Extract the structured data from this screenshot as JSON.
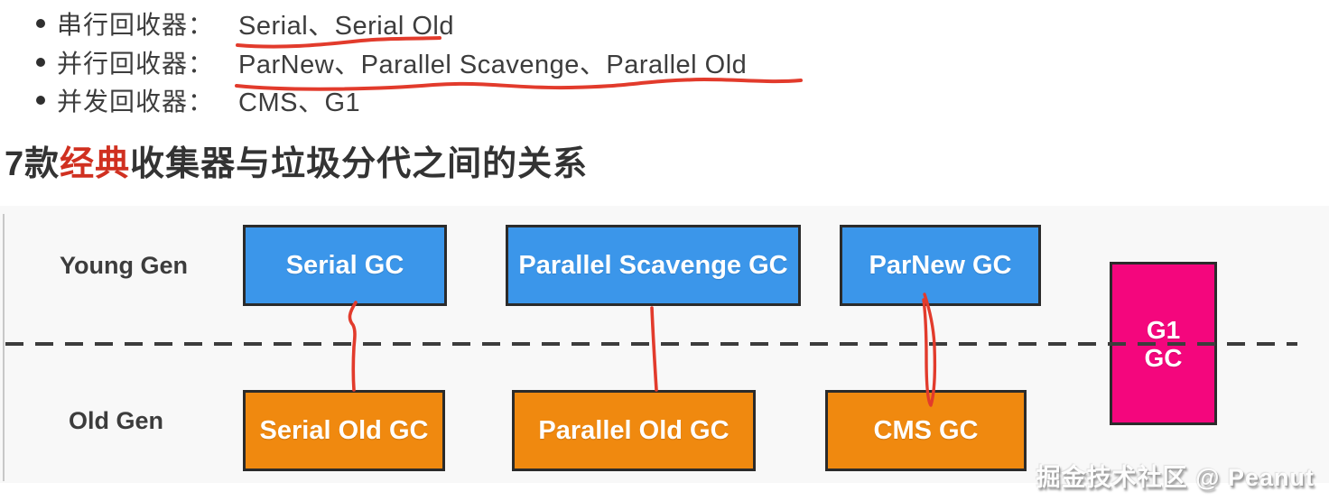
{
  "bullets": [
    {
      "label": "串行回收器：",
      "value": "Serial、Serial Old"
    },
    {
      "label": "并行回收器：",
      "value": "ParNew、Parallel Scavenge、Parallel Old"
    },
    {
      "label": "并发回收器：",
      "value": "CMS、G1"
    }
  ],
  "heading": {
    "prefix": "7款",
    "highlight": "经典",
    "suffix": "收集器与垃圾分代之间的关系"
  },
  "diagram": {
    "row_labels": {
      "young": "Young Gen",
      "old": "Old Gen"
    },
    "young_boxes": [
      {
        "label": "Serial GC"
      },
      {
        "label": "Parallel Scavenge GC"
      },
      {
        "label": "ParNew GC"
      }
    ],
    "old_boxes": [
      {
        "label": "Serial Old GC"
      },
      {
        "label": "Parallel Old GC"
      },
      {
        "label": "CMS GC"
      }
    ],
    "g1_box": {
      "line1": "G1",
      "line2": "GC"
    },
    "connections": [
      {
        "from": "Serial GC",
        "to": "Serial Old GC"
      },
      {
        "from": "Parallel Scavenge GC",
        "to": "Parallel Old GC"
      },
      {
        "from": "ParNew GC",
        "to": "CMS GC"
      }
    ],
    "colors": {
      "young_box": "#3b96ea",
      "old_box": "#f0890f",
      "g1_box": "#f4067d",
      "box_border": "#2b2b2b",
      "panel_bg": "#f8f8f8",
      "divider": "#3c3c3c",
      "annotation_red": "#e23b2c",
      "heading_highlight": "#d03020",
      "text_dark": "#3a3a3a"
    }
  },
  "watermark": {
    "text": "掘金技术社区 @ Peanut"
  }
}
